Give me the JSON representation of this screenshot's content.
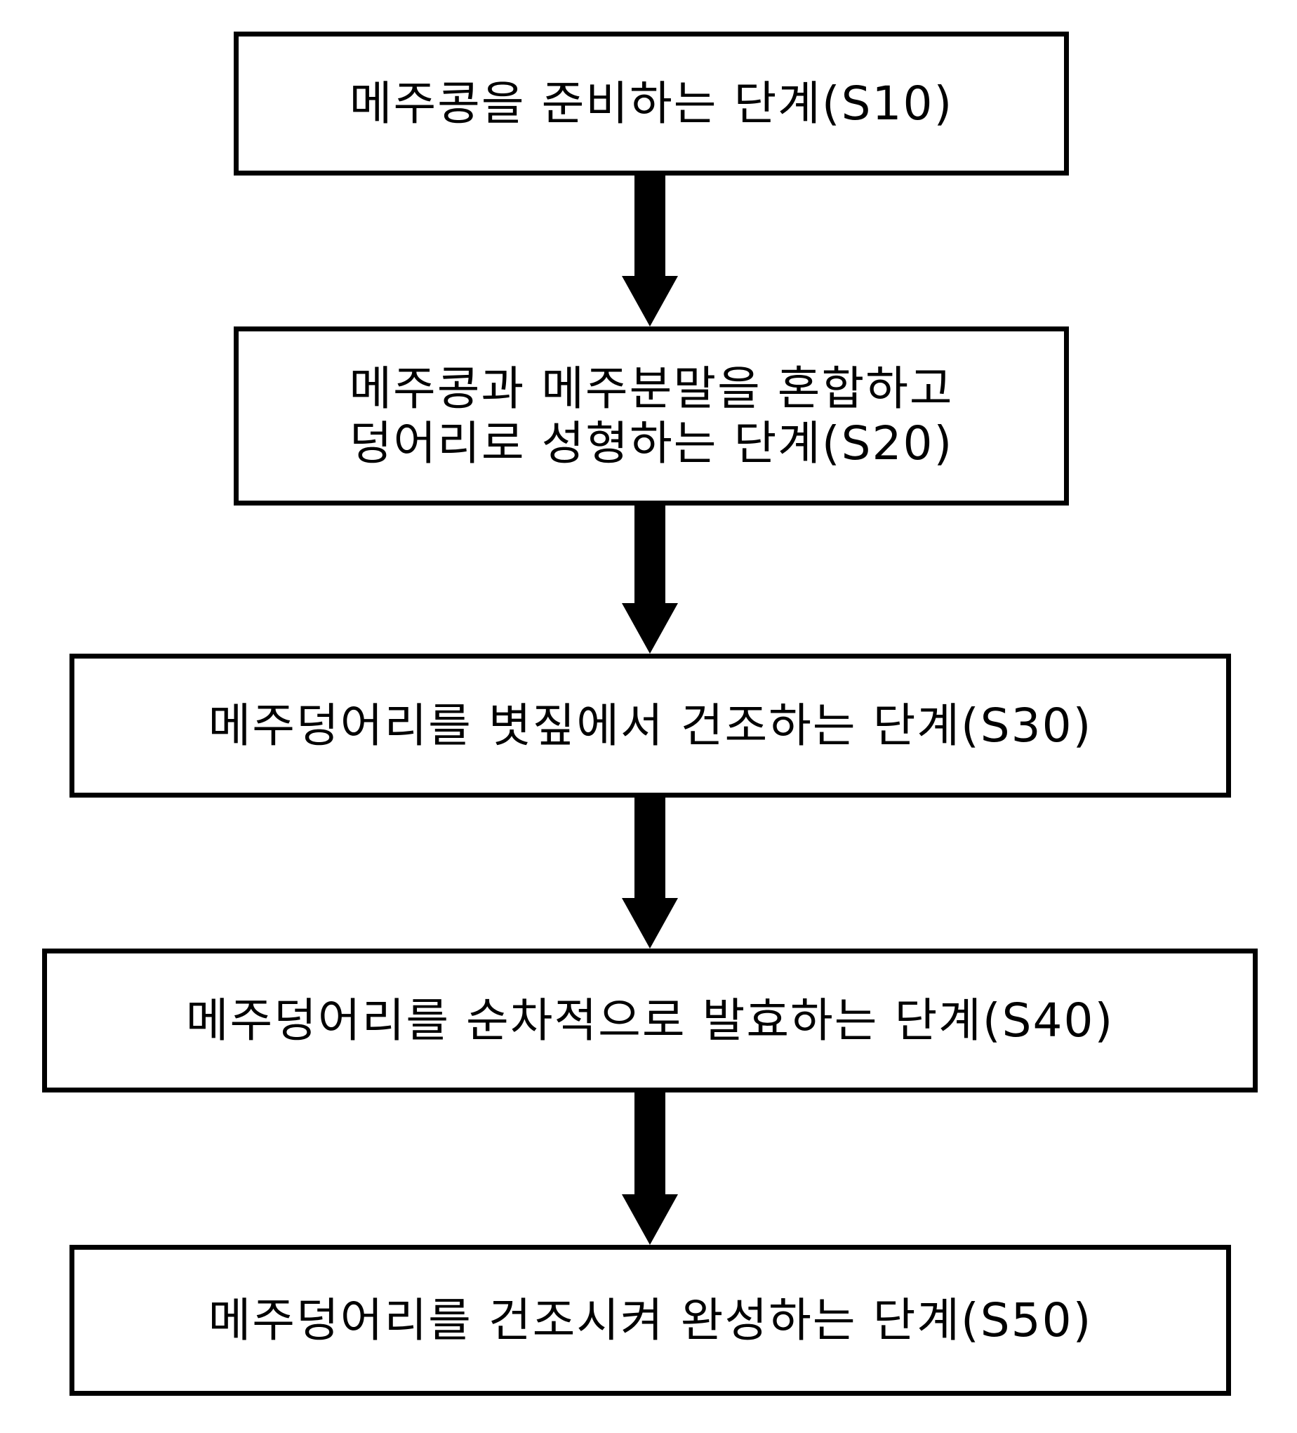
{
  "diagram": {
    "type": "flowchart",
    "orientation": "top-to-bottom",
    "stroke_color": "#000000",
    "fill_color": "#ffffff",
    "nodes": [
      {
        "id": "S10",
        "lines": [
          "메주콩을 준비하는 단계(S10)"
        ]
      },
      {
        "id": "S20",
        "lines": [
          "메주콩과 메주분말을 혼합하고",
          "덩어리로 성형하는 단계(S20)"
        ]
      },
      {
        "id": "S30",
        "lines": [
          "메주덩어리를 볏짚에서 건조하는 단계(S30)"
        ]
      },
      {
        "id": "S40",
        "lines": [
          "메주덩어리를 순차적으로 발효하는 단계(S40)"
        ]
      },
      {
        "id": "S50",
        "lines": [
          "메주덩어리를 건조시켜 완성하는 단계(S50)"
        ]
      }
    ],
    "connectors": [
      {
        "from": "S10",
        "to": "S20",
        "shape": "down-arrow"
      },
      {
        "from": "S20",
        "to": "S30",
        "shape": "down-arrow"
      },
      {
        "from": "S30",
        "to": "S40",
        "shape": "down-arrow"
      },
      {
        "from": "S40",
        "to": "S50",
        "shape": "down-arrow"
      }
    ]
  }
}
